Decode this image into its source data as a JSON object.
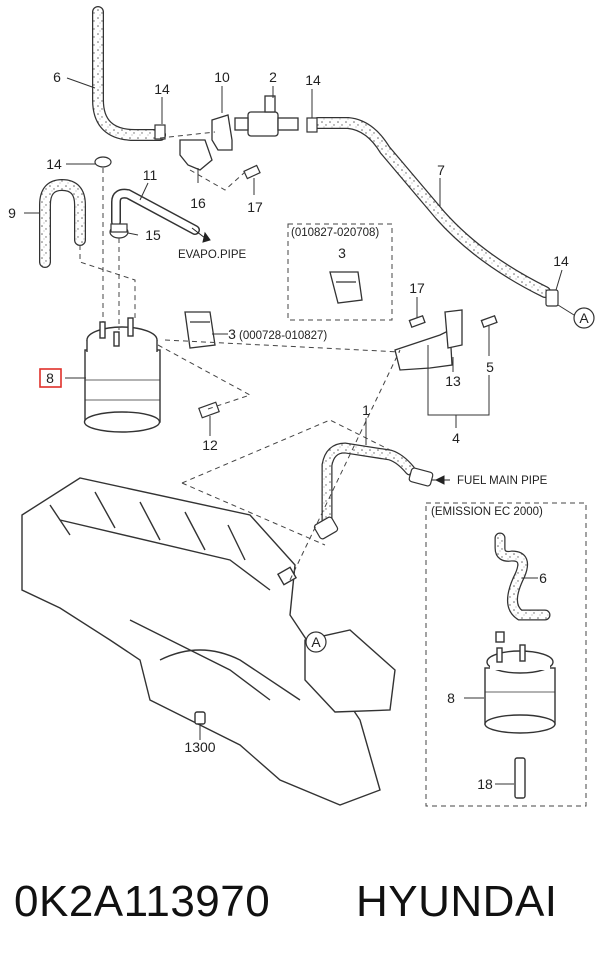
{
  "callouts": {
    "c1": "1",
    "c2": "2",
    "c3a": "3",
    "c3b": "3",
    "c4": "4",
    "c5": "5",
    "c6a": "6",
    "c6b": "6",
    "c7": "7",
    "c8a": "8",
    "c8b": "8",
    "c9": "9",
    "c10": "10",
    "c11": "11",
    "c12": "12",
    "c13": "13",
    "c14a": "14",
    "c14b": "14",
    "c14c": "14",
    "c14d": "14",
    "c15": "15",
    "c16": "16",
    "c17a": "17",
    "c17b": "17",
    "c18": "18",
    "c1300": "1300"
  },
  "markers": {
    "a1": "A",
    "a2": "A"
  },
  "notes": {
    "evapo_pipe": "EVAPO.PIPE",
    "fuel_main_pipe": "FUEL MAIN PIPE",
    "range_top": "(010827-020708)",
    "range_side": "(000728-010827)",
    "emission": "(EMISSION EC 2000)"
  },
  "highlight": {
    "label": "8",
    "color": "#e0302a"
  },
  "caption": {
    "part_number": "0K2A113970",
    "brand": "HYUNDAI"
  }
}
